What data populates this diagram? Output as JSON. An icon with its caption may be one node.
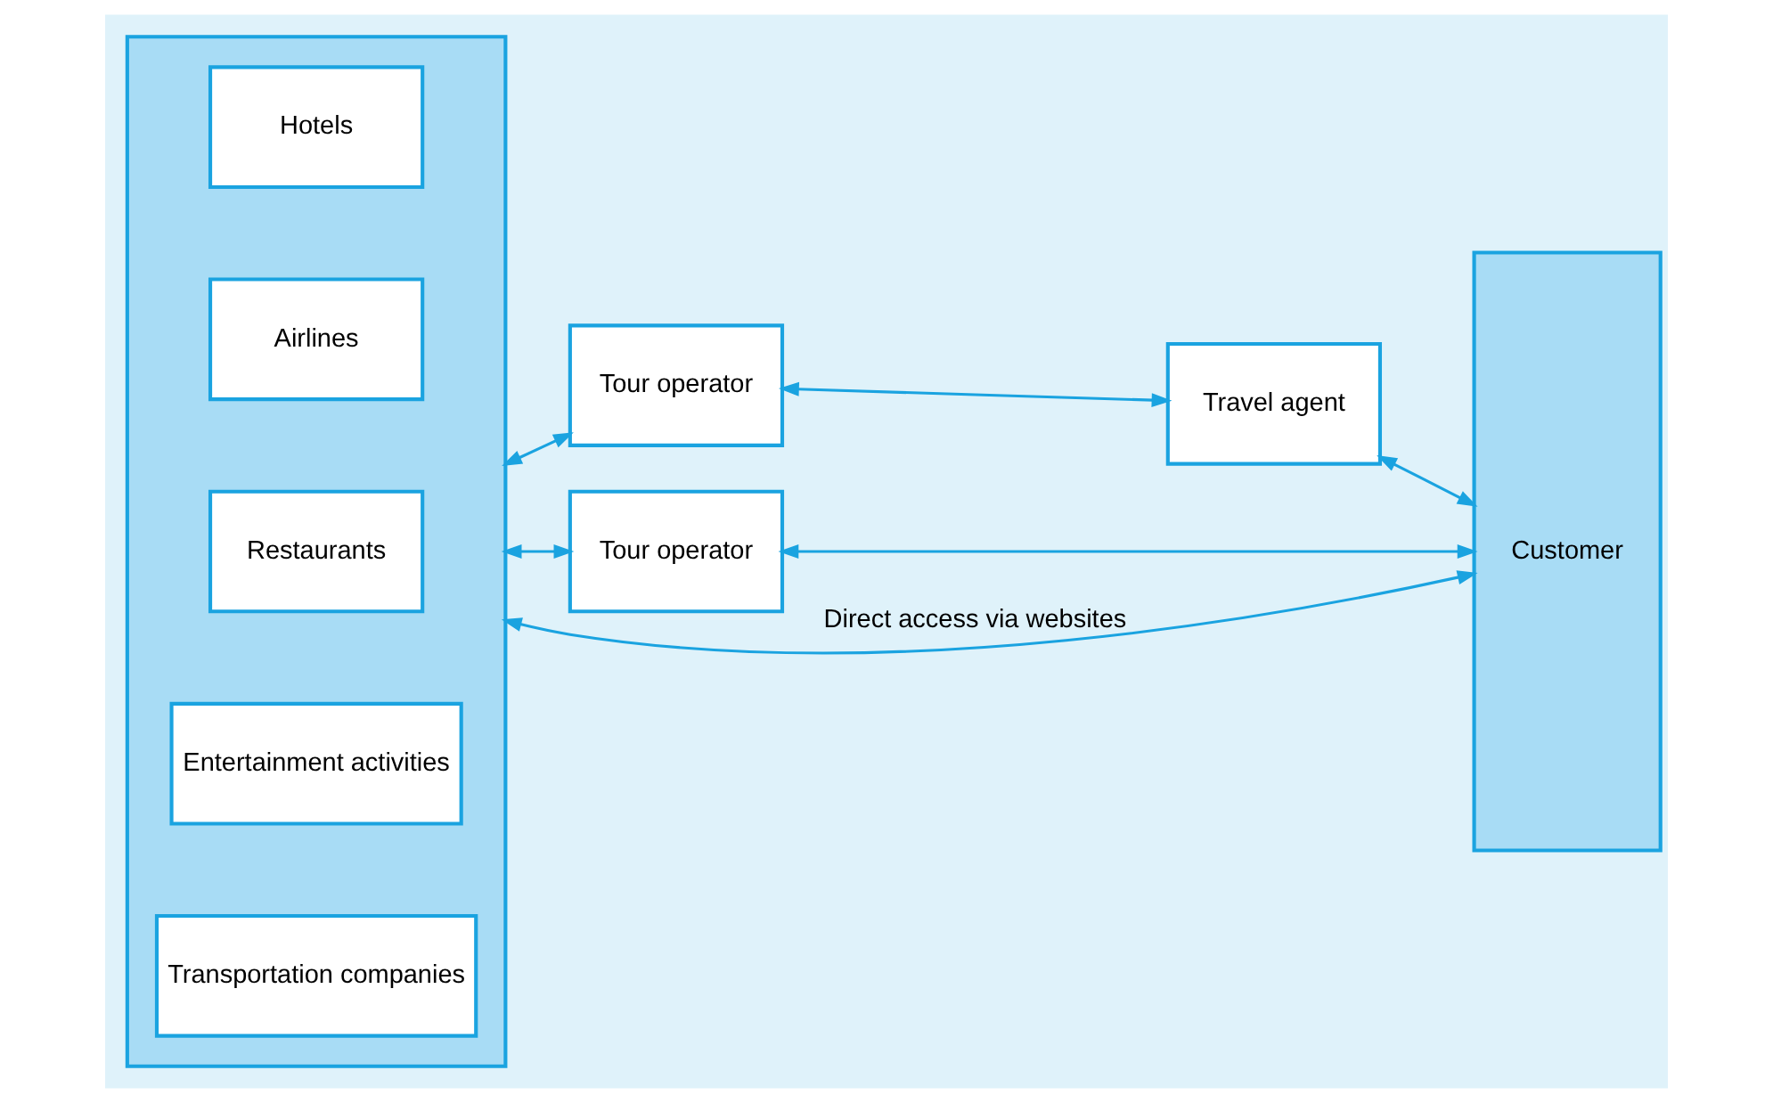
{
  "diagram": {
    "nodes": [
      {
        "text": [],
        "shape": "box"
      },
      {
        "text": [
          "Hotels"
        ],
        "in": 0
      },
      {
        "text": [
          "Airlines"
        ],
        "in": 0
      },
      {
        "text": [
          "Restaurants"
        ],
        "in": 0
      },
      {
        "text": [
          "Entertainment activities"
        ],
        "in": 0
      },
      {
        "text": [
          "Transportation companies"
        ],
        "in": 0
      },
      {
        "text": [
          "Tour operator"
        ]
      },
      {
        "text": [
          "Travel agent"
        ]
      },
      {
        "text": [
          "Tour operator"
        ]
      },
      {
        "text": [
          "Customer"
        ]
      }
    ],
    "edges": [
      {
        "from": 0,
        "to": 6,
        "arrow": "both"
      },
      {
        "from": 6,
        "to": 7,
        "arrow": "both"
      },
      {
        "from": 7,
        "to": 9,
        "arrow": "both"
      },
      {
        "from": 0,
        "to": 8,
        "arrow": "both"
      },
      {
        "from": 8,
        "to": 9,
        "arrow": "both"
      },
      {
        "from": 0,
        "to": 9,
        "arrow": "both",
        "label": "Direct access via websites"
      }
    ]
  }
}
